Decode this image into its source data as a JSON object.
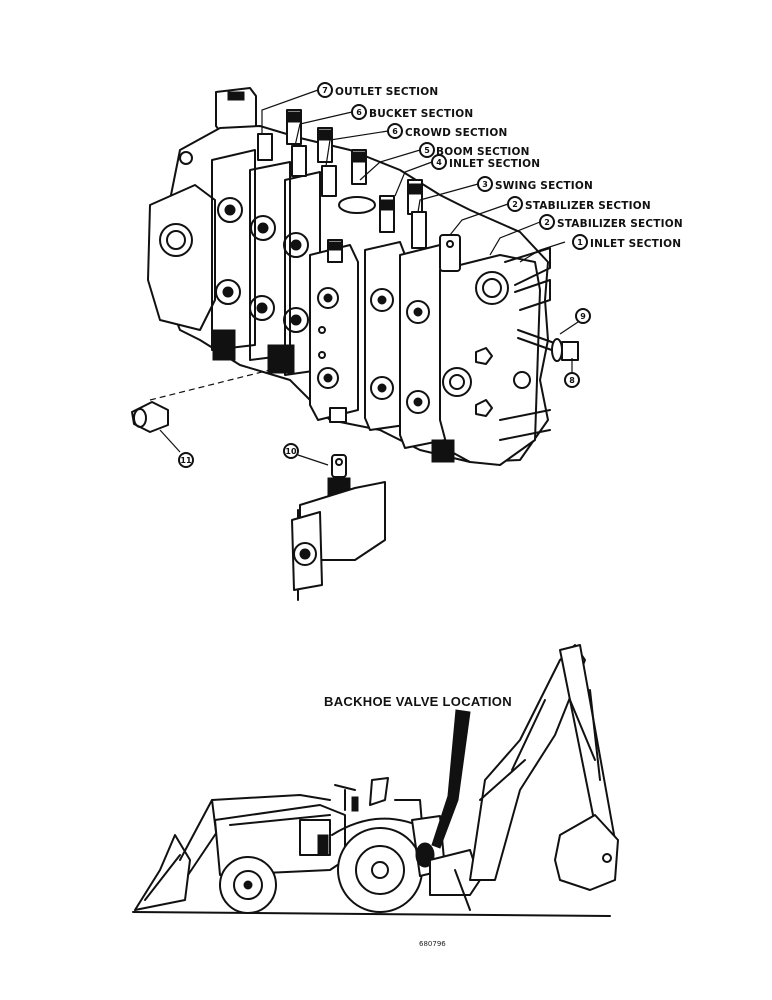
{
  "callouts": [
    {
      "num": "7",
      "label": "OUTLET SECTION"
    },
    {
      "num": "6",
      "label": "BUCKET SECTION"
    },
    {
      "num": "6",
      "label": "CROWD SECTION"
    },
    {
      "num": "5",
      "label": "BOOM SECTION"
    },
    {
      "num": "4",
      "label": "INLET SECTION"
    },
    {
      "num": "3",
      "label": "SWING SECTION"
    },
    {
      "num": "2",
      "label": "STABILIZER SECTION"
    },
    {
      "num": "2",
      "label": "STABILIZER SECTION"
    },
    {
      "num": "1",
      "label": "INLET SECTION"
    }
  ],
  "part_numbers": {
    "p8": "8",
    "p9": "9",
    "p10": "10",
    "p11": "11"
  },
  "location_label": "BACKHOE VALVE LOCATION",
  "figure_ref": "680796"
}
